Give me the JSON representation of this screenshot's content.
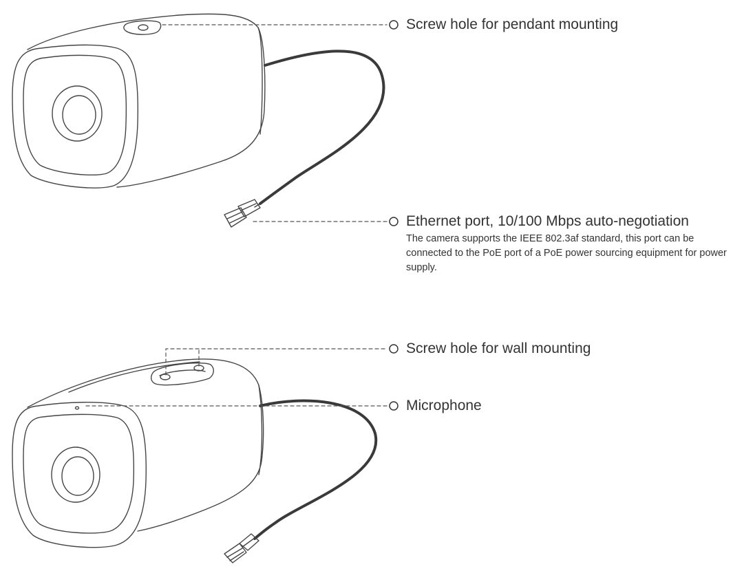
{
  "callouts": {
    "pendant_hole": {
      "label": "Screw hole for pendant mounting"
    },
    "ethernet": {
      "label": "Ethernet port, 10/100 Mbps auto-negotiation",
      "description": "The camera supports the IEEE 802.3af standard, this port can be connected to the PoE port of a PoE power sourcing equipment for power supply."
    },
    "wall_hole": {
      "label": "Screw hole for wall mounting"
    },
    "microphone": {
      "label": "Microphone"
    }
  },
  "colors": {
    "line": "#444444",
    "cable": "#3a3a3a",
    "text": "#333333"
  }
}
